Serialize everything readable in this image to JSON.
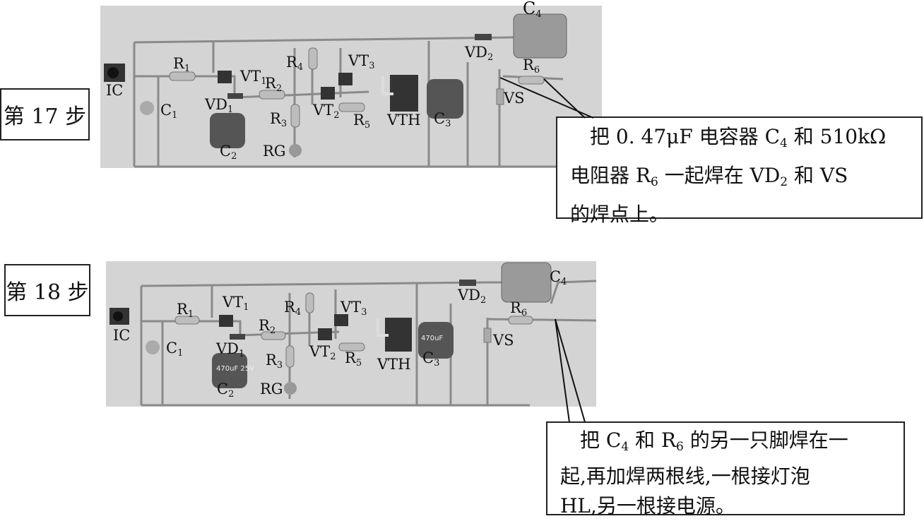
{
  "step17": {
    "step_label": "第 17 步",
    "callout": {
      "line1_pre": "把 0. 47μF 电容器 C",
      "line1_sub1": "4",
      "line1_post": " 和 510kΩ",
      "line2_pre": "电阻器 R",
      "line2_sub1": "6",
      "line2_mid": " 一起焊在 VD",
      "line2_sub2": "2",
      "line2_post": " 和  VS",
      "line3": "的焊点上。"
    },
    "labels": {
      "C4": "C",
      "C4_sub": "4",
      "VD2": "VD",
      "VD2_sub": "2",
      "R6": "R",
      "R6_sub": "6",
      "VS": "VS",
      "IC": "IC",
      "R1": "R",
      "R1_sub": "1",
      "VT1": "VT",
      "VT1_sub": "1",
      "R2": "R",
      "R2_sub": "2",
      "R4": "R",
      "R4_sub": "4",
      "VT3": "VT",
      "VT3_sub": "3",
      "VD1": "VD",
      "VD1_sub": "1",
      "C1": "C",
      "C1_sub": "1",
      "R3": "R",
      "R3_sub": "3",
      "VT2": "VT",
      "VT2_sub": "2",
      "R5": "R",
      "R5_sub": "5",
      "VTH": "VTH",
      "C3": "C",
      "C3_sub": "3",
      "C2": "C",
      "C2_sub": "2",
      "RG": "RG"
    }
  },
  "step18": {
    "step_label": "第 18 步",
    "callout": {
      "line1_pre": "把 C",
      "line1_sub1": "4",
      "line1_mid": " 和 R",
      "line1_sub2": "6",
      "line1_post": " 的另一只脚焊在一",
      "line2": "起,再加焊两根线,一根接灯泡",
      "line3": "HL,另一根接电源。"
    },
    "labels": {
      "C4": "C",
      "C4_sub": "4",
      "VD2": "VD",
      "VD2_sub": "2",
      "R6": "R",
      "R6_sub": "6",
      "VS": "VS",
      "IC": "IC",
      "R1": "R",
      "R1_sub": "1",
      "VT1": "VT",
      "VT1_sub": "1",
      "R2": "R",
      "R2_sub": "2",
      "R4": "R",
      "R4_sub": "4",
      "VT3": "VT",
      "VT3_sub": "3",
      "VD1": "VD",
      "VD1_sub": "1",
      "C1": "C",
      "C1_sub": "1",
      "R3": "R",
      "R3_sub": "3",
      "VT2": "VT",
      "VT2_sub": "2",
      "R5": "R",
      "R5_sub": "5",
      "VTH": "VTH",
      "C3": "C",
      "C3_sub": "3",
      "C2": "C",
      "C2_sub": "2",
      "RG": "RG"
    },
    "component_marks": {
      "c2_marking": "470uF 25V",
      "c3_marking": "470uF"
    }
  }
}
